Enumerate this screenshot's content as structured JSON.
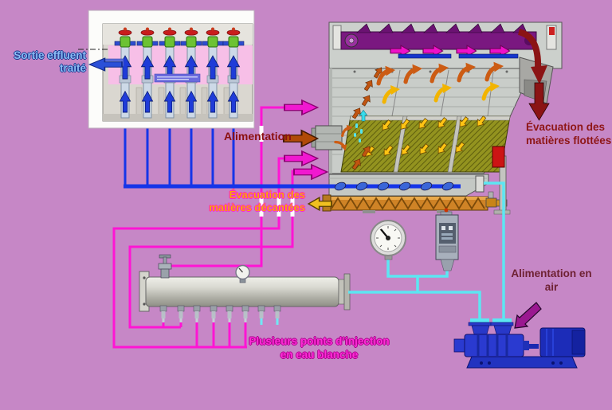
{
  "labels": {
    "treated_effluent_outlet": "Sortie effluent traité",
    "feed": "Alimentation",
    "floated_matter_evacuation": "Évacuation des matières flottées",
    "settled_matter_evacuation": "Évacuation des matières décantées",
    "injection_points": "Plusieurs points d’injection en eau blanche",
    "air_feed": "Alimentation en air"
  },
  "colors": {
    "background": "#c687c6",
    "magenta_pipe": "#ff14d4",
    "blue_pipe": "#1535e8",
    "cyan_pipe": "#5ce6f2",
    "dark_red_arrow": "#8b1414",
    "brown_feed_arrow": "#b04a08",
    "orange_text": "#f6a60a",
    "magenta_text": "#ff2cd8",
    "blue_text": "#8cbcf4",
    "maroon_text": "#6e2133",
    "dark_red_text": "#8e1616"
  }
}
